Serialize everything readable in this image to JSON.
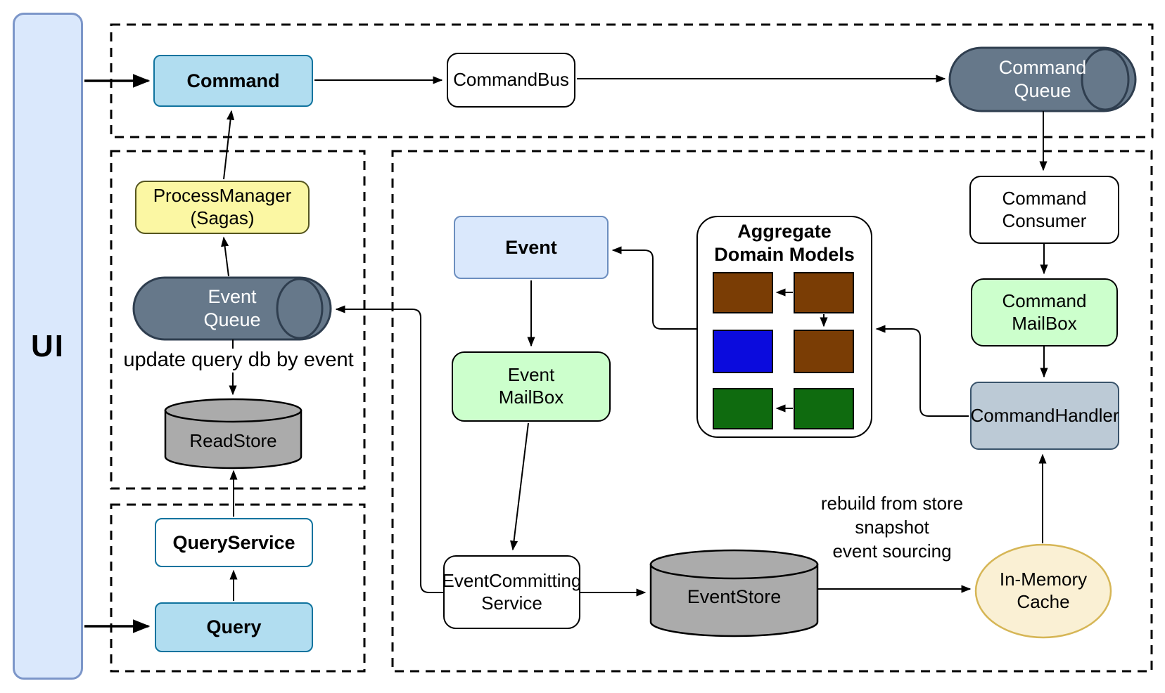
{
  "nodes": {
    "ui": "UI",
    "command": "Command",
    "command_bus": "CommandBus",
    "command_queue": "Command\nQueue",
    "command_consumer": "Command\nConsumer",
    "command_mailbox": "Command\nMailBox",
    "command_handler": "CommandHandler",
    "process_manager": "ProcessManager\n(Sagas)",
    "event_queue": "Event\nQueue",
    "read_store": "ReadStore",
    "query_service": "QueryService",
    "query": "Query",
    "event": "Event",
    "event_mailbox": "Event\nMailBox",
    "aggregate_title": "Aggregate\nDomain Models",
    "event_committing_service": "EventCommitting\nService",
    "event_store": "EventStore",
    "in_memory_cache": "In-Memory\nCache"
  },
  "notes": {
    "update_query": "update query db by event",
    "rebuild": "rebuild from store\nsnapshot\nevent sourcing"
  },
  "colors": {
    "command_fill": "#B1DDF0",
    "command_border": "#10739E",
    "event_fill": "#DAE8FC",
    "event_border": "#6C8EBF",
    "queue_fill": "#66788A",
    "queue_border": "#2F3E4F",
    "mailbox_fill": "#CCFFCC",
    "handler_fill": "#BCCAD6",
    "handler_border": "#39536B",
    "process_manager_fill": "#FBF7A3",
    "store_fill": "#ABABAB",
    "cache_fill": "#FAF0D4",
    "cache_border": "#D6B656",
    "ui_fill": "#DAE8FC",
    "ui_border": "#7C96C9",
    "aggregate_brown": "#7A3D05",
    "aggregate_blue": "#0B0BDD",
    "aggregate_green": "#0F6B0F"
  }
}
